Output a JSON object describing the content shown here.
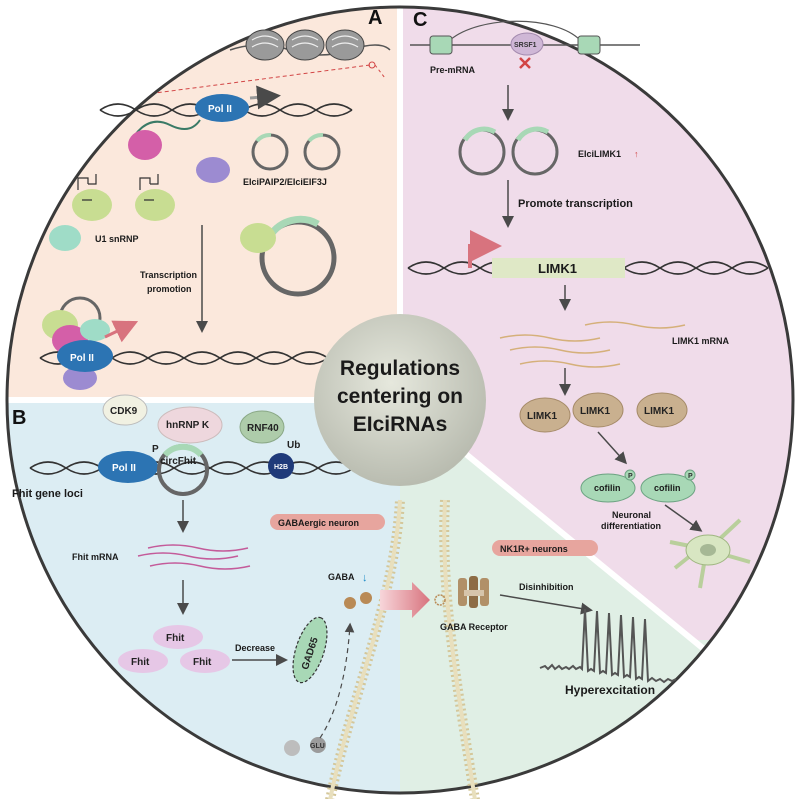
{
  "colors": {
    "panel_a": "#fbe8dc",
    "panel_b": "#dcedf3",
    "panel_c": "#f0dcea",
    "panel_d": "#e0efe5",
    "circ_rna": "#a8d8b6",
    "pol2": "#2c74b3",
    "arrow_red": "#d8737e",
    "center": "#cfd2c6"
  },
  "panels": {
    "a": {
      "letter": "A",
      "pol_label": "Pol II",
      "circ_label": "EIciPAIP2/EIciEIF3J",
      "snrnp_label": "U1 snRNP",
      "step_label_1": "Transcription",
      "step_label_2": "promotion",
      "pol_label_bottom": "Pol II"
    },
    "b": {
      "letter": "B",
      "cdk9": "CDK9",
      "hnrnpk": "hnRNP K",
      "rnf40": "RNF40",
      "ub": "Ub",
      "h2b": "H2B",
      "p": "P",
      "pol_label": "Pol II",
      "circ_label": "circFhit",
      "locus_label": "Fhit gene loci",
      "mrna_label": "Fhit mRNA",
      "fhit": "Fhit",
      "decrease": "Decrease",
      "gad65": "GAD65",
      "glu": "GLU",
      "gaba": "GABA",
      "gaba_arrow": "↓",
      "neuron_label": "GABAergic neuron"
    },
    "c": {
      "letter": "C",
      "srsf1": "SRSF1",
      "premrna": "Pre-mRNA",
      "elci": "EIciLIMK1",
      "elci_arrow": "↑",
      "promote": "Promote transcription",
      "gene": "LIMK1",
      "mrna_label": "LIMK1 mRNA",
      "limk1": "LIMK1",
      "cofilin": "cofilin",
      "p": "P",
      "diff_1": "Neuronal",
      "diff_2": "differentiation"
    },
    "d": {
      "nk_label": "NK1R+ neurons",
      "receptor": "GABA Receptor",
      "disinhibition": "Disinhibition",
      "hyper": "Hyperexcitation"
    }
  },
  "center": {
    "line1": "Regulations",
    "line2": "centering on",
    "line3": "EIciRNAs"
  }
}
